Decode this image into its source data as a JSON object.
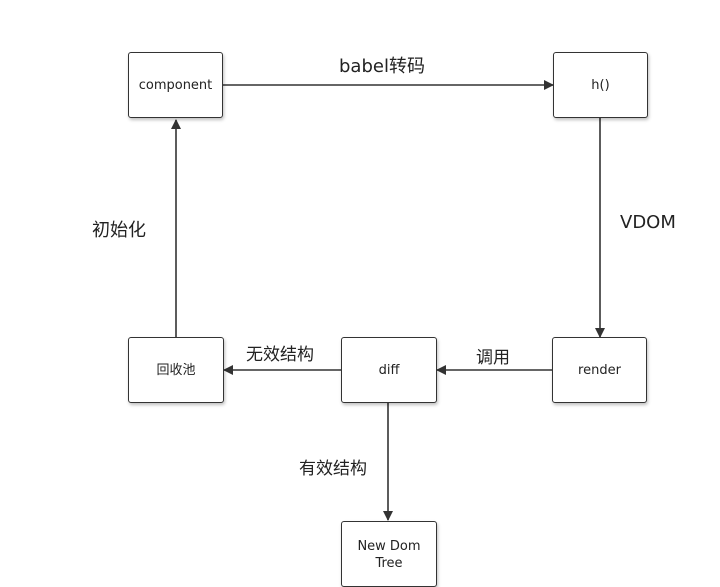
{
  "nodes": {
    "component": "component",
    "h": "h()",
    "render": "render",
    "diff": "diff",
    "pool": "回收池",
    "new_dom_tree": "New Dom\nTree"
  },
  "edges": {
    "component_to_h": "babel转码",
    "h_to_render": "VDOM",
    "render_to_diff": "调用",
    "diff_to_pool": "无效结构",
    "diff_to_tree": "有效结构",
    "pool_to_component": "初始化"
  },
  "colors": {
    "stroke": "#333333",
    "node_fill": "#ffffff"
  }
}
